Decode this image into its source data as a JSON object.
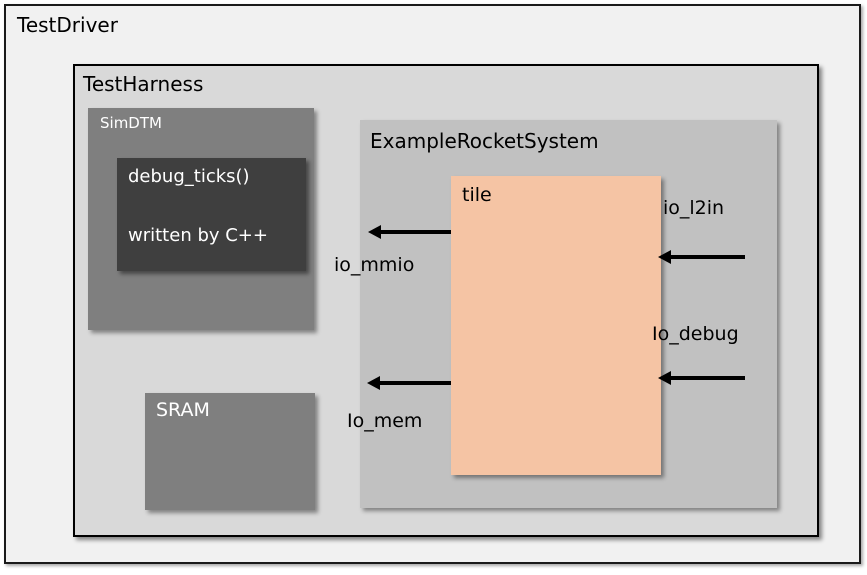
{
  "boxes": {
    "test_driver": {
      "label": "TestDriver"
    },
    "test_harness": {
      "label": "TestHarness"
    },
    "sim_dtm": {
      "label": "SimDTM",
      "code_box": {
        "line1": "debug_ticks()",
        "line2": "written by C++"
      }
    },
    "sram": {
      "label": "SRAM"
    },
    "example_rocket_system": {
      "label": "ExampleRocketSystem"
    },
    "tile": {
      "label": "tile"
    }
  },
  "ports": {
    "io_mmio": {
      "label": "io_mmio",
      "direction": "out-of-tile-left"
    },
    "io_l2in": {
      "label": "io_l2in",
      "direction": "into-tile-right"
    },
    "io_debug": {
      "label": "Io_debug",
      "direction": "into-tile-right"
    },
    "io_mem": {
      "label": "Io_mem",
      "direction": "out-of-tile-left"
    }
  },
  "colors": {
    "test_driver_bg": "#f1f1f1",
    "test_harness_bg": "#d9d9d9",
    "module_gray_bg": "#7f7f7f",
    "code_box_bg": "#3f3f3f",
    "rocket_system_bg": "#c1c1c1",
    "tile_bg": "#f5c4a4",
    "arrow_color": "#000000",
    "border_color": "#000000"
  }
}
